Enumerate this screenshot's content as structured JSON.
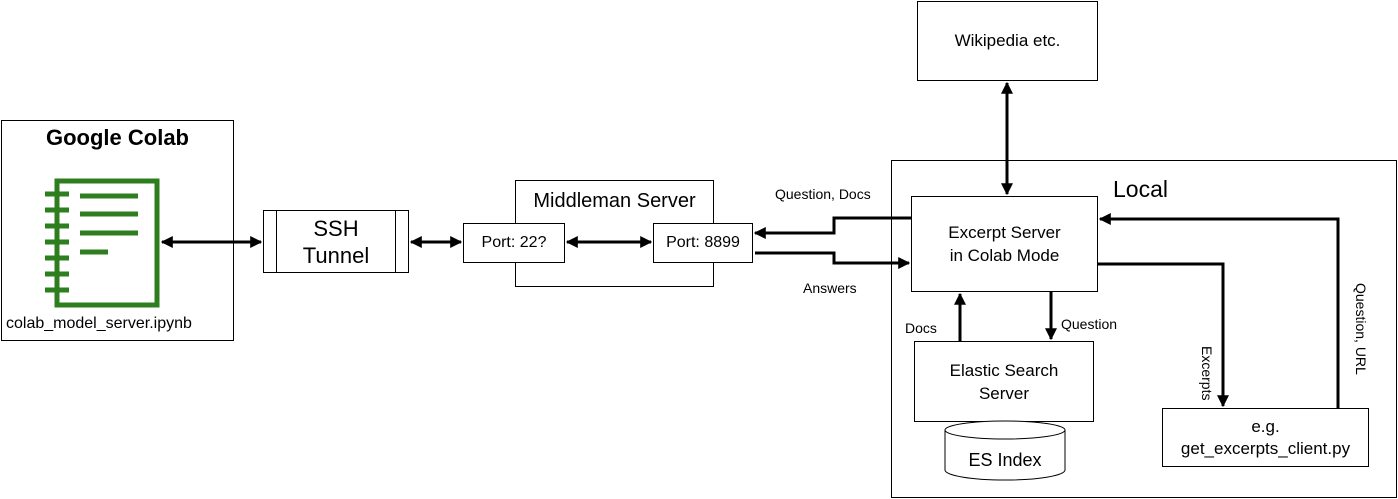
{
  "colab": {
    "title": "Google Colab",
    "notebook_caption": "colab_model_server.ipynb",
    "notebook_icon": "notebook-icon",
    "icon_color": "#2e7d1e"
  },
  "ssh": {
    "line1": "SSH",
    "line2": "Tunnel"
  },
  "middleman": {
    "title": "Middleman Server",
    "port_a": "Port: 22?",
    "port_b": "Port: 8899"
  },
  "wikipedia": {
    "label": "Wikipedia etc."
  },
  "local": {
    "title": "Local",
    "excerpt_server": {
      "line1": "Excerpt Server",
      "line2": "in Colab Mode"
    },
    "elastic": {
      "line1": "Elastic Search",
      "line2": "Server"
    },
    "es_index": "ES Index",
    "client": {
      "line1": "e.g.",
      "line2": "get_excerpts_client.py"
    }
  },
  "edge_labels": {
    "question_docs": "Question, Docs",
    "answers": "Answers",
    "docs": "Docs",
    "question": "Question",
    "excerpts": "Excerpts",
    "question_url": "Question, URL"
  }
}
